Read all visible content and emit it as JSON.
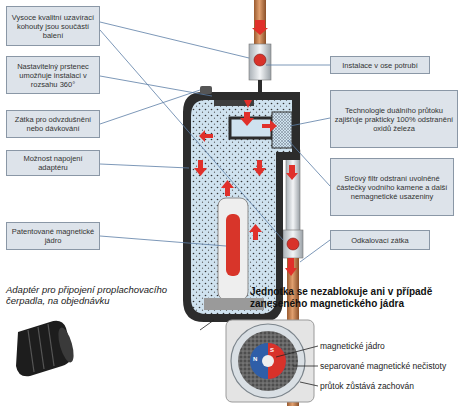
{
  "diagram": {
    "nodes": [
      {
        "text": [
          "Vysoce kvalitní uzavírací kohouty jsou součástí balení"
        ]
      },
      {
        "text": [
          "Nastavitelný prstenec umožňuje instalaci v rozsahu 360°"
        ]
      },
      {
        "text": [
          "Zátka pro odvzdušnění nebo dávkování"
        ]
      },
      {
        "text": [
          "Možnost napojení adaptéru"
        ]
      },
      {
        "text": [
          "Patentované magnetické jádro"
        ]
      },
      {
        "text": [
          "Instalace v ose potrubí"
        ]
      },
      {
        "text": [
          "Technologie duálního průtoku zajišťuje prakticky 100% odstranění oxidů železa"
        ]
      },
      {
        "text": [
          "Síťový filtr odstraní uvolněné částečky vodního kamene a další nemagnetické usazeniny"
        ]
      },
      {
        "text": [
          "Odkalovací zátka"
        ]
      }
    ],
    "labels": [
      "Adaptér pro připojení proplachovacího čerpadla, na objednávku",
      "Jednotka se nezablokuje ani v případě zaneseného magnetického jádra",
      "magnetické jádro",
      "separované magnetické nečistoty",
      "průtok zůstává zachován",
      "S",
      "N"
    ]
  }
}
